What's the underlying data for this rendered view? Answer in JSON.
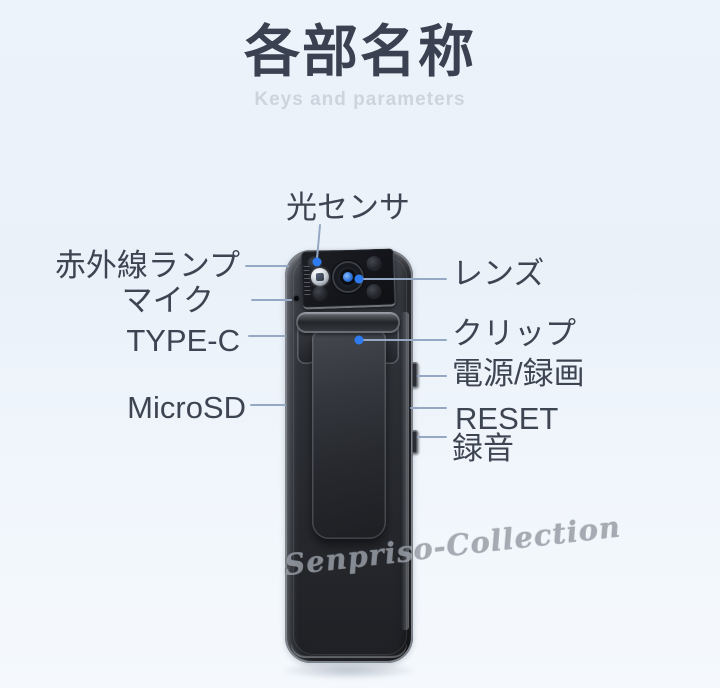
{
  "header": {
    "title": "各部名称",
    "subtitle": "Keys and parameters"
  },
  "callouts": {
    "light_sensor": "光センサ",
    "infrared_lamp": "赤外線ランプ",
    "microphone": "マイク",
    "type_c": "TYPE-C",
    "micro_sd": "MicroSD",
    "lens": "レンズ",
    "clip": "クリップ",
    "power_record": "電源/録画",
    "reset": "RESET",
    "audio_record": "録音"
  },
  "watermark": "Senpriso-Collection",
  "colors": {
    "background_top": "#edf3fb",
    "background_bottom": "#f5f9fd",
    "title_text": "#3a4150",
    "subtitle_text": "#cdd4dd",
    "label_text": "#3e4552",
    "leader_line": "#96a9c4",
    "callout_dot": "#2e7bf0",
    "device_body": "#2b2e33"
  }
}
